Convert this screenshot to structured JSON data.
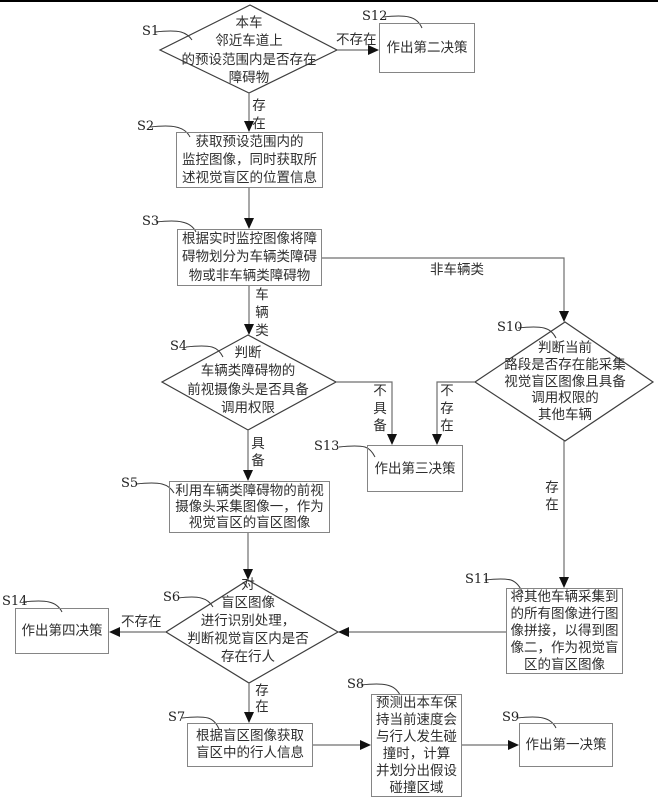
{
  "figure": {
    "kind": "flowchart"
  },
  "nodes": {
    "S1": {
      "id": "S1",
      "kind": "decision",
      "lines": [
        "本车",
        "邻近车道上",
        "的预设范围内是否存在",
        "障碍物"
      ]
    },
    "S2": {
      "id": "S2",
      "kind": "process",
      "lines": [
        "获取预设范围内的",
        "监控图像，同时获取所",
        "述视觉盲区的位置信息"
      ]
    },
    "S3": {
      "id": "S3",
      "kind": "process",
      "lines": [
        "根据实时监控图像将障",
        "碍物划分为车辆类障碍",
        "物或非车辆类障碍物"
      ]
    },
    "S4": {
      "id": "S4",
      "kind": "decision",
      "lines": [
        "判断",
        "车辆类障碍物的",
        "前视摄像头是否具备",
        "调用权限"
      ]
    },
    "S5": {
      "id": "S5",
      "kind": "process",
      "lines": [
        "利用车辆类障碍物的前视",
        "摄像头采集图像一，作为",
        "视觉盲区的盲区图像"
      ]
    },
    "S6": {
      "id": "S6",
      "kind": "decision",
      "lines": [
        "对",
        "盲区图像",
        "进行识别处理，",
        "判断视觉盲区内是否",
        "存在行人"
      ]
    },
    "S7": {
      "id": "S7",
      "kind": "process",
      "lines": [
        "根据盲区图像获取",
        "盲区中的行人信息"
      ]
    },
    "S8": {
      "id": "S8",
      "kind": "process",
      "lines": [
        "预测出本车保",
        "持当前速度会",
        "与行人发生碰",
        "撞时，计算",
        "并划分出假设",
        "碰撞区域"
      ]
    },
    "S9": {
      "id": "S9",
      "kind": "process",
      "lines": [
        "作出第一决策"
      ]
    },
    "S10": {
      "id": "S10",
      "kind": "decision",
      "lines": [
        "判断当前",
        "路段是否存在能采集",
        "视觉盲区图像且具备",
        "调用权限的",
        "其他车辆"
      ]
    },
    "S11": {
      "id": "S11",
      "kind": "process",
      "lines": [
        "将其他车辆采集到",
        "的所有图像进行图",
        "像拼接，以得到图",
        "像二，作为视觉盲",
        "区的盲区图像"
      ]
    },
    "S12": {
      "id": "S12",
      "kind": "process",
      "lines": [
        "作出第二决策"
      ]
    },
    "S13": {
      "id": "S13",
      "kind": "process",
      "lines": [
        "作出第三决策"
      ]
    },
    "S14": {
      "id": "S14",
      "kind": "process",
      "lines": [
        "作出第四决策"
      ]
    }
  },
  "edges": [
    {
      "from": "S1",
      "to": "S12",
      "label": "不存在"
    },
    {
      "from": "S1",
      "to": "S2",
      "label": "存在"
    },
    {
      "from": "S2",
      "to": "S3",
      "label": ""
    },
    {
      "from": "S3",
      "to": "S10",
      "label": "非车辆类"
    },
    {
      "from": "S3",
      "to": "S4",
      "label": "车辆类"
    },
    {
      "from": "S4",
      "to": "S13",
      "label": "不具备"
    },
    {
      "from": "S10",
      "to": "S13",
      "label": "不存在"
    },
    {
      "from": "S4",
      "to": "S5",
      "label": "具备"
    },
    {
      "from": "S10",
      "to": "S11",
      "label": "存在"
    },
    {
      "from": "S5",
      "to": "S6",
      "label": ""
    },
    {
      "from": "S11",
      "to": "S6",
      "label": ""
    },
    {
      "from": "S6",
      "to": "S14",
      "label": "不存在"
    },
    {
      "from": "S6",
      "to": "S7",
      "label": "存在"
    },
    {
      "from": "S7",
      "to": "S8",
      "label": ""
    },
    {
      "from": "S8",
      "to": "S9",
      "label": ""
    }
  ]
}
